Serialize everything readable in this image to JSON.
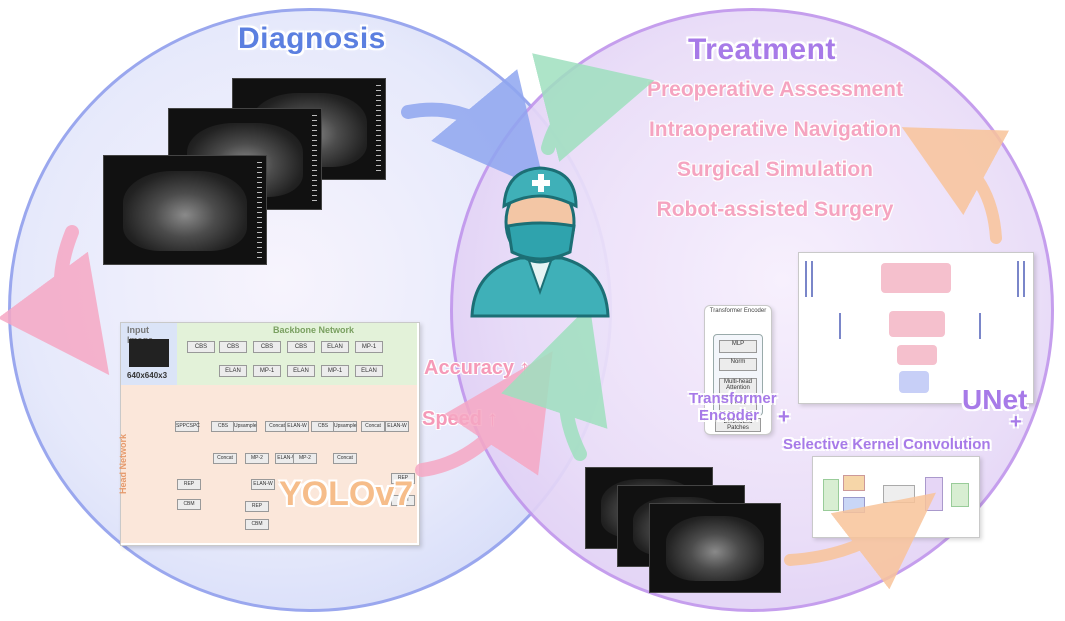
{
  "diagnosis": {
    "title": "Diagnosis",
    "model_label": "YOLOv7",
    "backbone_label": "Backbone Network",
    "head_label": "Head Network",
    "input_label": "Input Image",
    "input_size": "640x640x3",
    "metrics": [
      {
        "label": "Accuracy",
        "arrow": "↑"
      },
      {
        "label": "Speed",
        "arrow": "↑"
      }
    ],
    "backbone_nodes": [
      "CBS",
      "CBS",
      "CBS",
      "CBS",
      "ELAN",
      "MP-1",
      "ELAN",
      "MP-1",
      "ELAN",
      "MP-1",
      "ELAN"
    ],
    "head_nodes": [
      "SPPCSPC",
      "CBS",
      "Upsample",
      "Concat",
      "ELAN-W",
      "CBS",
      "Upsample",
      "Concat",
      "ELAN-W",
      "ELAN-W",
      "MP-2",
      "Concat",
      "ELAN-W",
      "MP-2",
      "Concat",
      "REP",
      "REP",
      "REP",
      "CBM",
      "CBM",
      "CBM"
    ]
  },
  "treatment": {
    "title": "Treatment",
    "tasks": [
      "Preoperative Assessment",
      "Intraoperative Navigation",
      "Surgical Simulation",
      "Robot-assisted Surgery"
    ],
    "unet_label": "UNet",
    "transformer_label_line1": "Transformer",
    "transformer_label_line2": "Encoder",
    "plus": "+",
    "sk_label": "Selective Kernel Convolution",
    "transformer_blocks": [
      "MLP",
      "Norm",
      "Multi-head Attention",
      "Norm",
      "Embedded Patches"
    ],
    "transformer_header": "Transformer Encoder"
  },
  "icons": {
    "surgeon": "surgeon-icon",
    "ct_scan": "ct-scan-icon",
    "arrow": "curved-arrow-icon"
  },
  "colors": {
    "diagnosis_accent": "#5b7fe0",
    "treatment_accent": "#a77ae8",
    "task_text": "#f5a4c0",
    "metric_text": "#f59ab8",
    "arrow_blue": "#8fa6f0",
    "arrow_pink": "#f6a8c4",
    "arrow_green": "#9fe0bf",
    "arrow_orange": "#f9c49a"
  }
}
